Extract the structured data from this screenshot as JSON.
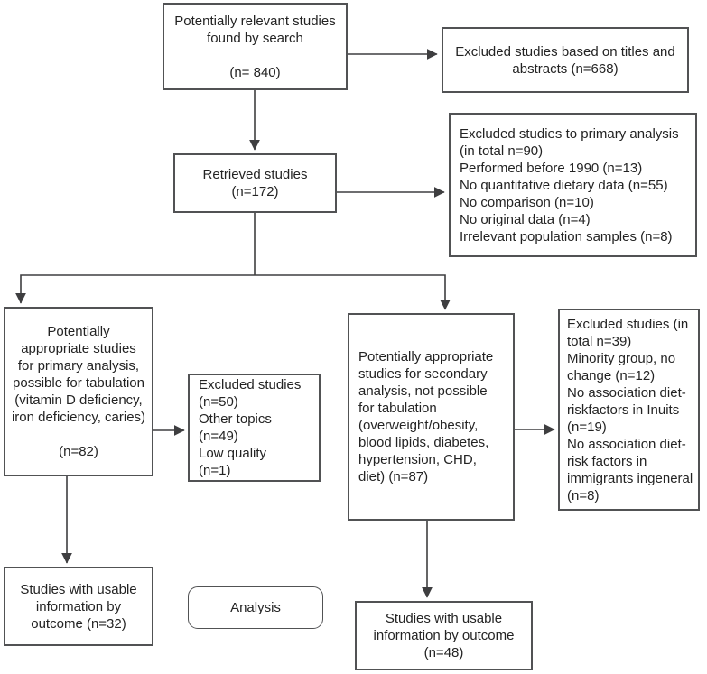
{
  "diagram": {
    "type": "flowchart",
    "description": "Study selection flow diagram (search to analysis)",
    "colors": {
      "box_border": "#515254",
      "arrow": "#3e3e40",
      "text": "#232323",
      "background": "#ffffff"
    },
    "nodes": {
      "found": {
        "text": "Potentially relevant studies\nfound by search\n\n(n= 840)"
      },
      "excluded_titles": {
        "text": "Excluded studies based on titles and\nabstracts (n=668)"
      },
      "retrieved": {
        "text": "Retrieved studies\n(n=172)"
      },
      "excluded_primary": {
        "text": "Excluded studies to primary analysis\n(in total n=90)\nPerformed before 1990 (n=13)\nNo quantitative dietary data (n=55)\nNo comparison (n=10)\nNo original data (n=4)\nIrrelevant population samples (n=8)"
      },
      "primary": {
        "text": "Potentially\nappropriate studies\nfor primary analysis,\npossible for tabulation\n(vitamin D deficiency,\niron deficiency, caries)\n\n(n=82)"
      },
      "excluded_other_topics": {
        "text": "Excluded studies\n(n=50)\nOther topics\n(n=49)\nLow quality\n(n=1)"
      },
      "secondary": {
        "text": "Potentially appropriate\nstudies for secondary\nanalysis, not possible\nfor tabulation\n(overweight/obesity,\nblood lipids, diabetes,\nhypertension, CHD,\ndiet) (n=87)"
      },
      "excluded_secondary": {
        "text": "Excluded studies (in\ntotal n=39)\nMinority group, no\nchange (n=12)\nNo association diet-\nriskfactors in Inuits\n(n=19)\nNo association diet-\nrisk factors in\nimmigrants ingeneral\n(n=8)"
      },
      "usable_primary": {
        "text": "Studies with usable\ninformation by\noutcome (n=32)"
      },
      "analysis": {
        "text": "Analysis"
      },
      "usable_secondary": {
        "text": "Studies with usable\ninformation by outcome\n(n=48)"
      }
    },
    "connections": [
      {
        "from": "found",
        "to": "excluded_titles"
      },
      {
        "from": "found",
        "to": "retrieved"
      },
      {
        "from": "retrieved",
        "to": "excluded_primary"
      },
      {
        "from": "retrieved",
        "to": "primary"
      },
      {
        "from": "retrieved",
        "to": "secondary"
      },
      {
        "from": "primary",
        "to": "excluded_other_topics"
      },
      {
        "from": "primary",
        "to": "usable_primary"
      },
      {
        "from": "secondary",
        "to": "excluded_secondary"
      },
      {
        "from": "secondary",
        "to": "usable_secondary"
      }
    ]
  }
}
